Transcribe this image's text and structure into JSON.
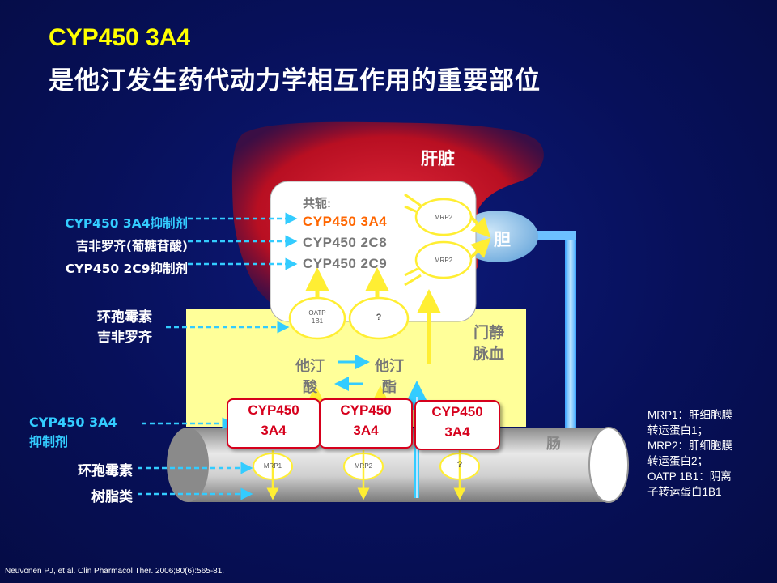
{
  "title": {
    "line1": "CYP450 3A4",
    "line2": "是他汀发生药代动力学相互作用的重要部位"
  },
  "organs": {
    "liver": "肝脏",
    "gallbladder": "胆",
    "portal_vein_line1": "门静",
    "portal_vein_line2": "脉血",
    "intestine": "肠"
  },
  "liver_box": {
    "conjugation": "共轭:",
    "enzymes": [
      "CYP450 3A4",
      "CYP450 2C8",
      "CYP450 2C9"
    ],
    "enzyme_colors": [
      "#ff6600",
      "#777777",
      "#777777"
    ],
    "transporters": [
      "MRP2",
      "MRP2"
    ],
    "uptake": [
      [
        "OATP",
        "1B1"
      ],
      "?"
    ]
  },
  "statin_forms": {
    "acid_line1": "他汀",
    "acid_line2": "酸",
    "lactone_line1": "他汀",
    "lactone_line2": "酯"
  },
  "left_labels": {
    "liver_inhibitors": [
      "CYP450 3A4抑制剂",
      "吉非罗齐(葡糖苷酸)",
      "CYP450 2C9抑制剂"
    ],
    "uptake_inhibitors": [
      "环孢霉素",
      "吉非罗齐"
    ],
    "gut_inhibitor": [
      "CYP450 3A4",
      "抑制剂"
    ],
    "gut_others": [
      "环孢霉素",
      "树脂类"
    ]
  },
  "gut_enzymes": [
    [
      "CYP450",
      "3A4"
    ],
    [
      "CYP450",
      "3A4"
    ],
    [
      "CYP450",
      "3A4"
    ]
  ],
  "gut_transporters": [
    "MRP1",
    "MRP2",
    "?"
  ],
  "note": [
    "MRP1：肝细胞膜",
    "转运蛋白1；",
    "MRP2：肝细胞膜",
    "转运蛋白2；",
    "OATP 1B1：阴离",
    "子转运蛋白1B1"
  ],
  "reference": "Neuvonen PJ, et al. Clin Pharmacol Ther. 2006;80(6):565-81.",
  "colors": {
    "background": "#07105a",
    "title": "#ffff00",
    "liver": "#c8142a",
    "portal": "#ffff99",
    "arrow_yellow": "#ffee33",
    "arrow_cyan": "#33ccff",
    "enzyme_red": "#d6001c"
  }
}
